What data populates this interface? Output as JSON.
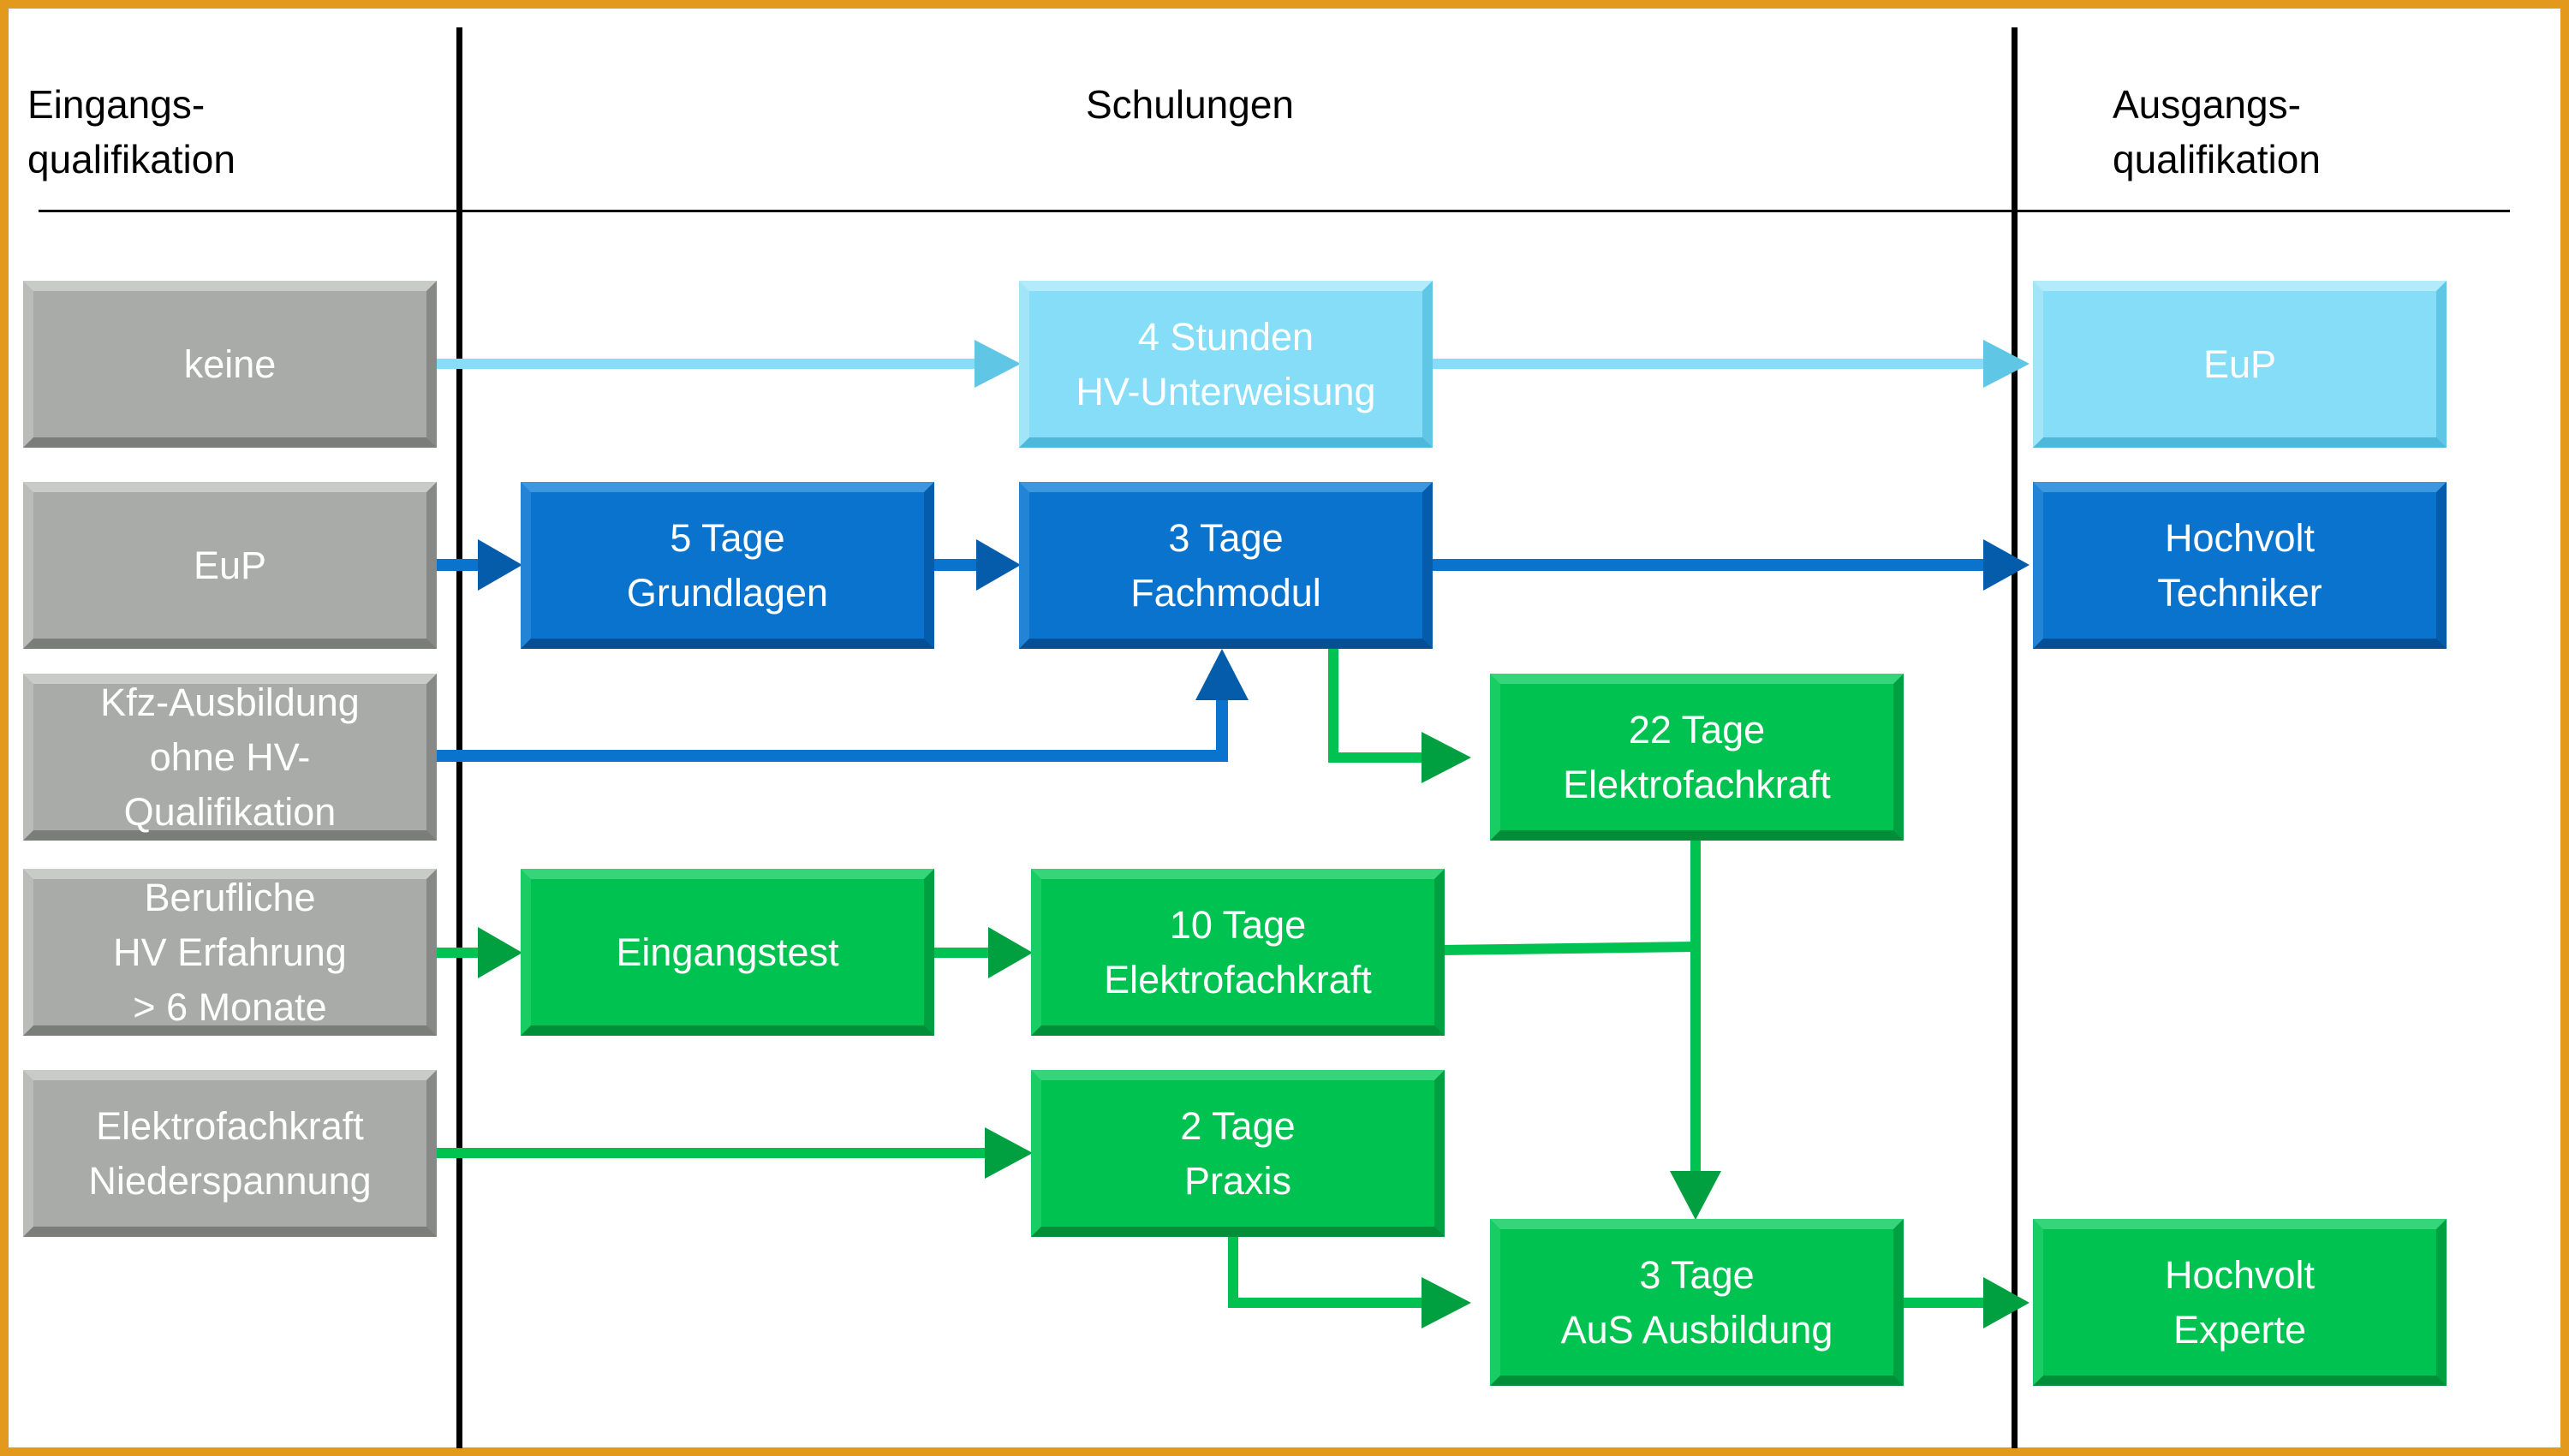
{
  "headers": {
    "left": "Eingangs-\nqualifikation",
    "middle": "Schulungen",
    "right": "Ausgangs-\nqualifikation"
  },
  "inputs": {
    "keine": "keine",
    "eup": "EuP",
    "kfz": "Kfz-Ausbildung\nohne HV-\nQualifikation",
    "beruflich": "Berufliche\nHV Erfahrung\n> 6 Monate",
    "elektro": "Elektrofachkraft\nNiederspannung"
  },
  "trainings": {
    "unterweisung": "4 Stunden\nHV-Unterweisung",
    "grundlagen": "5 Tage\nGrundlagen",
    "fachmodul": "3 Tage\nFachmodul",
    "efk22": "22 Tage\nElektrofachkraft",
    "eingangstest": "Eingangstest",
    "efk10": "10 Tage\nElektrofachkraft",
    "praxis": "2 Tage\nPraxis",
    "aus": "3 Tage\nAuS Ausbildung"
  },
  "outputs": {
    "eup": "EuP",
    "techniker": "Hochvolt\nTechniker",
    "experte": "Hochvolt\nExperte"
  },
  "colors": {
    "gray": "#A9ABA8",
    "light_blue": "#86DDF7",
    "dark_blue": "#0A73CD",
    "green": "#00C250",
    "frame": "#E39A1C"
  }
}
